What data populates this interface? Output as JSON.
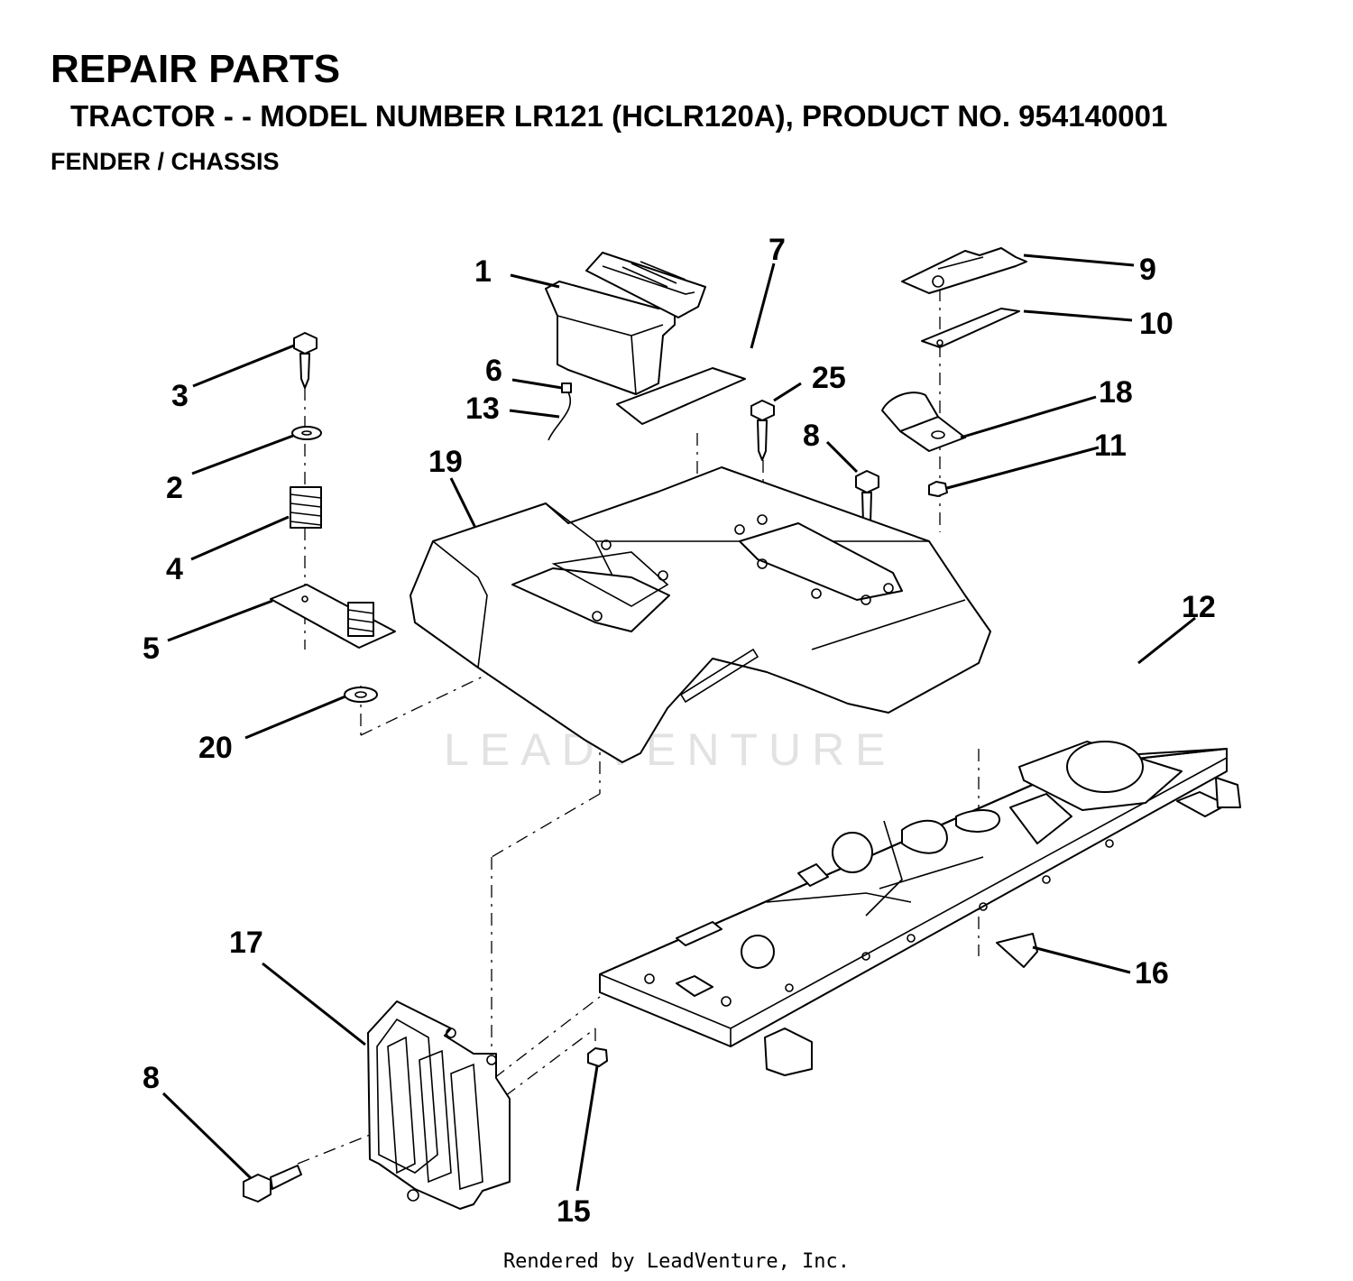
{
  "header": {
    "title": "REPAIR PARTS",
    "subtitle": "TRACTOR - - MODEL NUMBER LR121 (HCLR120A), PRODUCT NO. 954140001",
    "section": "FENDER / CHASSIS"
  },
  "watermark": "LEADVENTURE",
  "footer": "Rendered by LeadVenture, Inc.",
  "callouts": [
    {
      "id": "c1",
      "label": "1"
    },
    {
      "id": "c7",
      "label": "7"
    },
    {
      "id": "c9",
      "label": "9"
    },
    {
      "id": "c10",
      "label": "10"
    },
    {
      "id": "c3",
      "label": "3"
    },
    {
      "id": "c6",
      "label": "6"
    },
    {
      "id": "c25",
      "label": "25"
    },
    {
      "id": "c18",
      "label": "18"
    },
    {
      "id": "c13",
      "label": "13"
    },
    {
      "id": "c8a",
      "label": "8"
    },
    {
      "id": "c11",
      "label": "11"
    },
    {
      "id": "c2",
      "label": "2"
    },
    {
      "id": "c19",
      "label": "19"
    },
    {
      "id": "c4",
      "label": "4"
    },
    {
      "id": "c12",
      "label": "12"
    },
    {
      "id": "c5",
      "label": "5"
    },
    {
      "id": "c20",
      "label": "20"
    },
    {
      "id": "c17",
      "label": "17"
    },
    {
      "id": "c16",
      "label": "16"
    },
    {
      "id": "c8b",
      "label": "8"
    },
    {
      "id": "c15",
      "label": "15"
    }
  ]
}
